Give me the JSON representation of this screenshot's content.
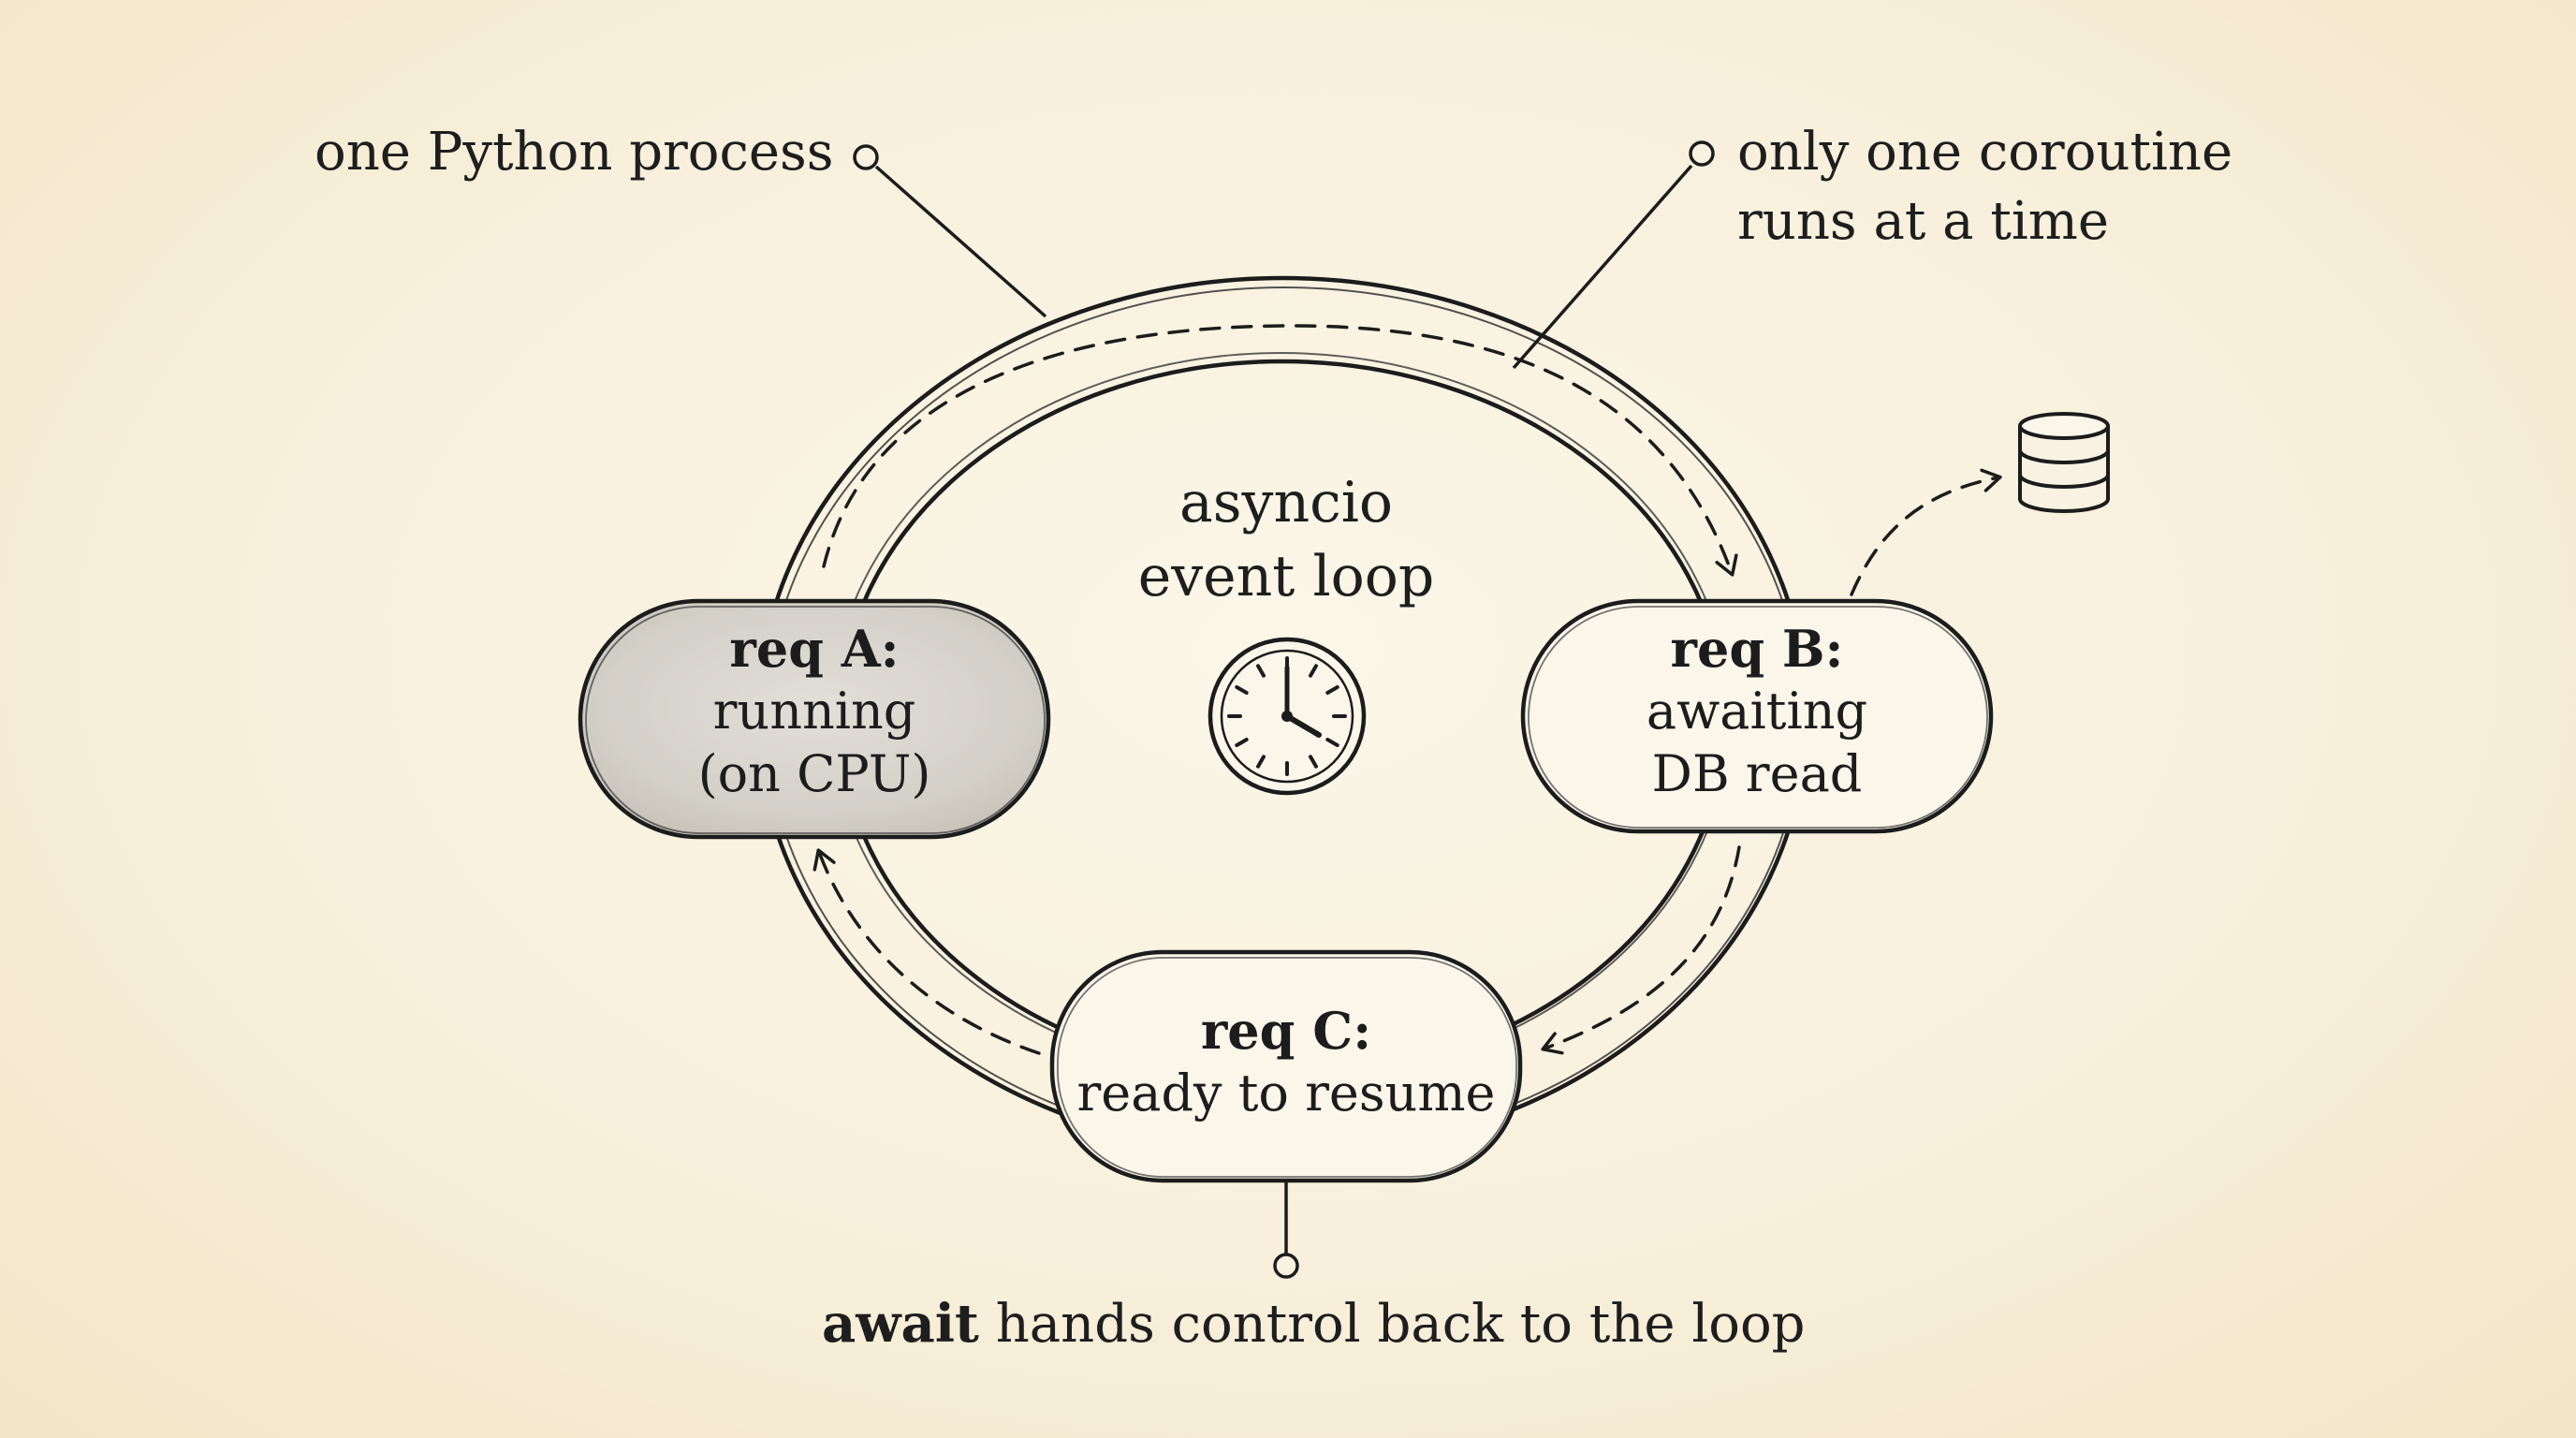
{
  "annotations": {
    "process": "one Python process",
    "coroutine_line1": "only one coroutine",
    "coroutine_line2": "runs at a time",
    "await_bold": "await",
    "await_rest": " hands control back to the loop"
  },
  "loop": {
    "line1": "asyncio",
    "line2": "event loop",
    "clock_icon": "clock-icon"
  },
  "requests": {
    "a": {
      "title": "req A:",
      "line1": "running",
      "line2": "(on CPU)",
      "state": "active"
    },
    "b": {
      "title": "req B:",
      "line1": "awaiting",
      "line2": "DB read",
      "state": "waiting"
    },
    "c": {
      "title": "req C:",
      "line1": "ready to resume",
      "state": "ready"
    }
  },
  "database_icon": "database-icon",
  "colors": {
    "ink": "#1c1c1c",
    "paper": "#f8f0dd",
    "active_fill": "#d6d3cc",
    "idle_fill": "#fbf6ea"
  }
}
